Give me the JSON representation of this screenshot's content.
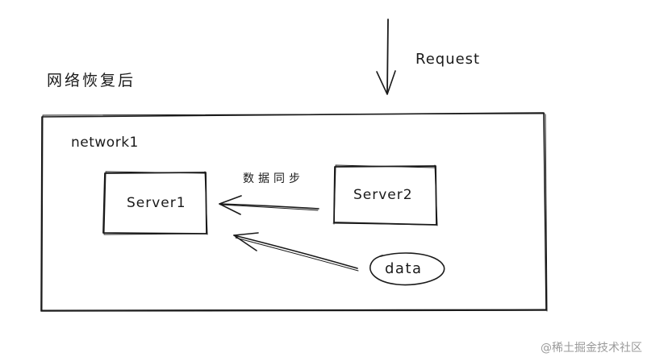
{
  "diagram": {
    "title": "网络恢复后",
    "request_label": "Request",
    "network_label": "network1",
    "server1_label": "Server1",
    "server2_label": "Server2",
    "sync_label": "数据同步",
    "data_label": "data",
    "watermark": "@稀土掘金技术社区"
  },
  "colors": {
    "ink": "#1a1a1a",
    "watermark": "#9a9a9a",
    "background": "#ffffff"
  }
}
